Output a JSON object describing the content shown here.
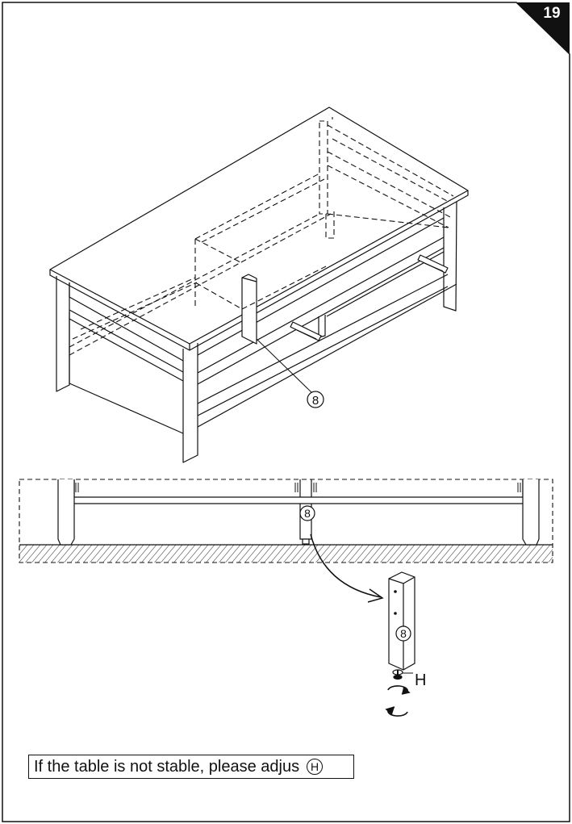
{
  "page": {
    "number": "19"
  },
  "parts": {
    "leg": "8",
    "adjuster": "H"
  },
  "note": {
    "text": "If the table is not stable, please adjus",
    "part_ref": "H"
  }
}
